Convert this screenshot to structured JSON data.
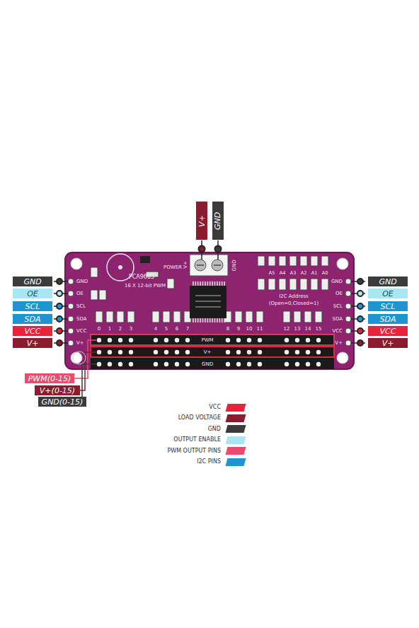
{
  "diagram": {
    "nodes": [
      {
        "text": [
          "V+"
        ]
      },
      {
        "text": [
          "GND"
        ]
      },
      {
        "text": [
          "GND"
        ]
      },
      {
        "text": [
          "OE"
        ]
      },
      {
        "text": [
          "SCL"
        ]
      },
      {
        "text": [
          "SDA"
        ]
      },
      {
        "text": [
          "VCC"
        ]
      },
      {
        "text": [
          "V+"
        ]
      },
      {
        "text": [
          "GND"
        ]
      },
      {
        "text": [
          "OE"
        ]
      },
      {
        "text": [
          "SCL"
        ]
      },
      {
        "text": [
          "SDA"
        ]
      },
      {
        "text": [
          "VCC"
        ]
      },
      {
        "text": [
          "V+"
        ]
      },
      {
        "text": [
          "PWM(0-15)"
        ]
      },
      {
        "text": [
          "V+(0-15)"
        ]
      },
      {
        "text": [
          "GND(0-15)"
        ]
      }
    ],
    "labels": [
      "PCA9685",
      "16 X 12-bit PWM",
      "POWER",
      "V+",
      "GND",
      "I2C Address",
      "(Open=0,Closed=1)",
      "A5",
      "A4",
      "A3",
      "A2",
      "A1",
      "A0",
      "0",
      "1",
      "2",
      "3",
      "4",
      "5",
      "6",
      "7",
      "8",
      "9",
      "10",
      "11",
      "12",
      "13",
      "14",
      "15",
      "PWM",
      "V+",
      "GND",
      "GND",
      "OE",
      "SCL",
      "SDA",
      "VCC",
      "V+",
      "GND",
      "OE",
      "SCL",
      "SDA",
      "VCC",
      "V+"
    ],
    "legend": [
      {
        "text": "VCC",
        "color": "#e8243c"
      },
      {
        "text": "LOAD VOLTAGE",
        "color": "#8a1c2e"
      },
      {
        "text": "GND",
        "color": "#3b3b3b"
      },
      {
        "text": "OUTPUT ENABLE",
        "color": "#a9e6f3"
      },
      {
        "text": "PWM OUTPUT PINS",
        "color": "#ea4b6e"
      },
      {
        "text": "I2C PINS",
        "color": "#1e94d0"
      }
    ]
  }
}
